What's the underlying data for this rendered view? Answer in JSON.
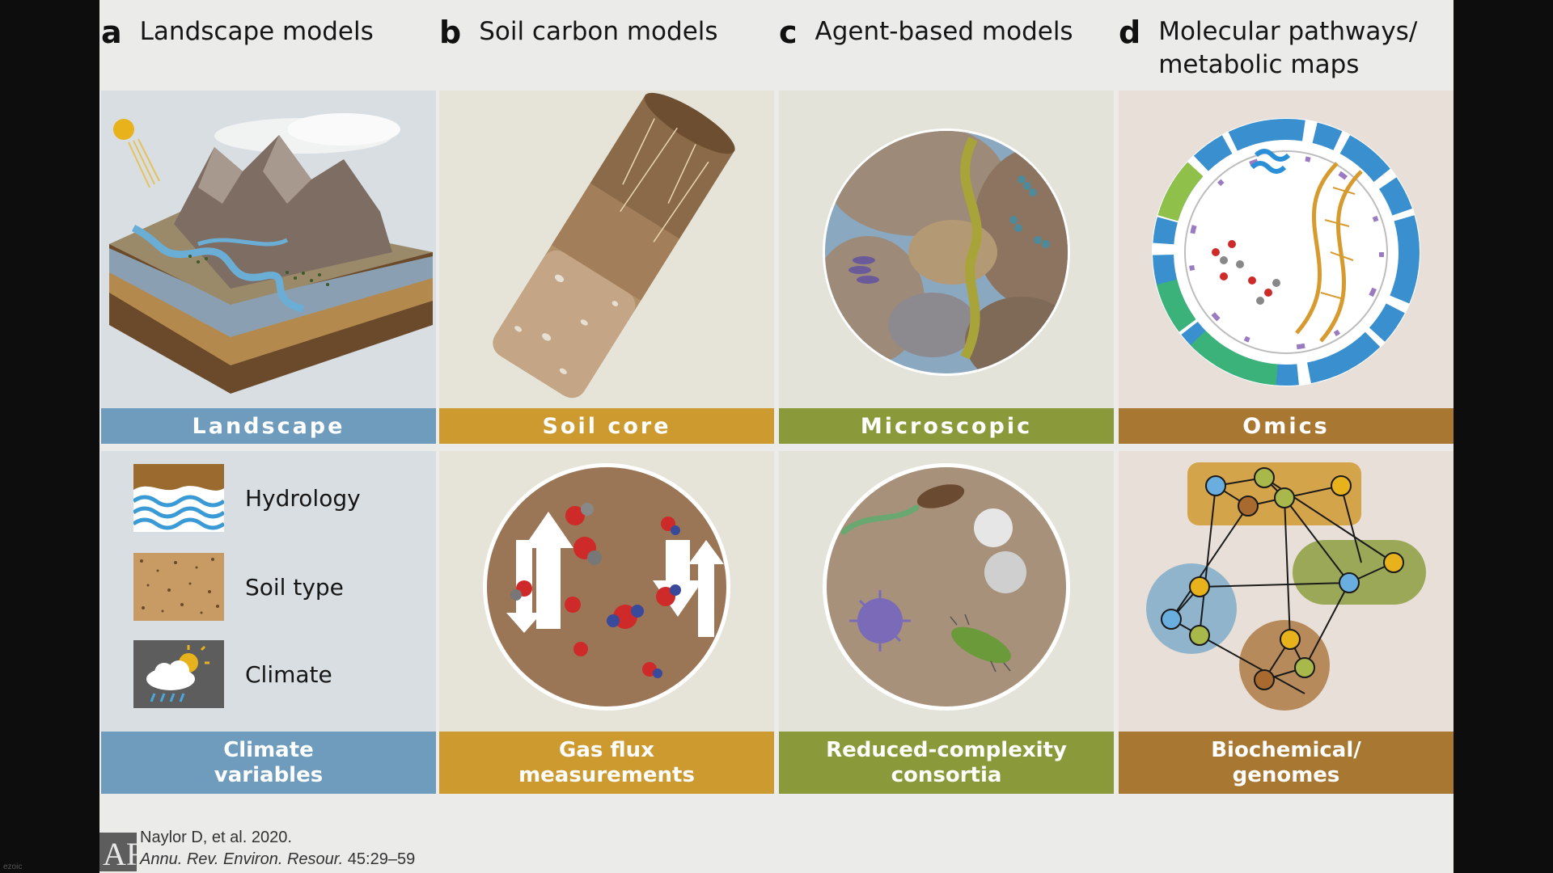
{
  "columns": [
    {
      "letter": "a",
      "title": "Landscape models",
      "scale": "Landscape",
      "caption": "Climate\nvariables",
      "color": "#6f9cbc",
      "panel_color": "#d8dee2"
    },
    {
      "letter": "b",
      "title": "Soil carbon models",
      "scale": "Soil core",
      "caption": "Gas flux\nmeasurements",
      "color": "#cc9a2e",
      "panel_color": "#e6e4d9"
    },
    {
      "letter": "c",
      "title": "Agent-based models",
      "scale": "Microscopic",
      "caption": "Reduced-complexity\nconsortia",
      "color": "#8a9a3a",
      "panel_color": "#e3e3da"
    },
    {
      "letter": "d",
      "title": "Molecular pathways/\nmetabolic maps",
      "scale": "Omics",
      "caption": "Biochemical/\ngenomes",
      "color": "#a87832",
      "panel_color": "#e8e0d8"
    }
  ],
  "legend": [
    "Hydrology",
    "Soil type",
    "Climate"
  ],
  "citation": {
    "authors": "Naylor D, et al. 2020.",
    "journal": "Annu. Rev. Environ. Resour.",
    "pages": "45:29–59"
  },
  "logo": "AR",
  "watermark": "ezoic"
}
